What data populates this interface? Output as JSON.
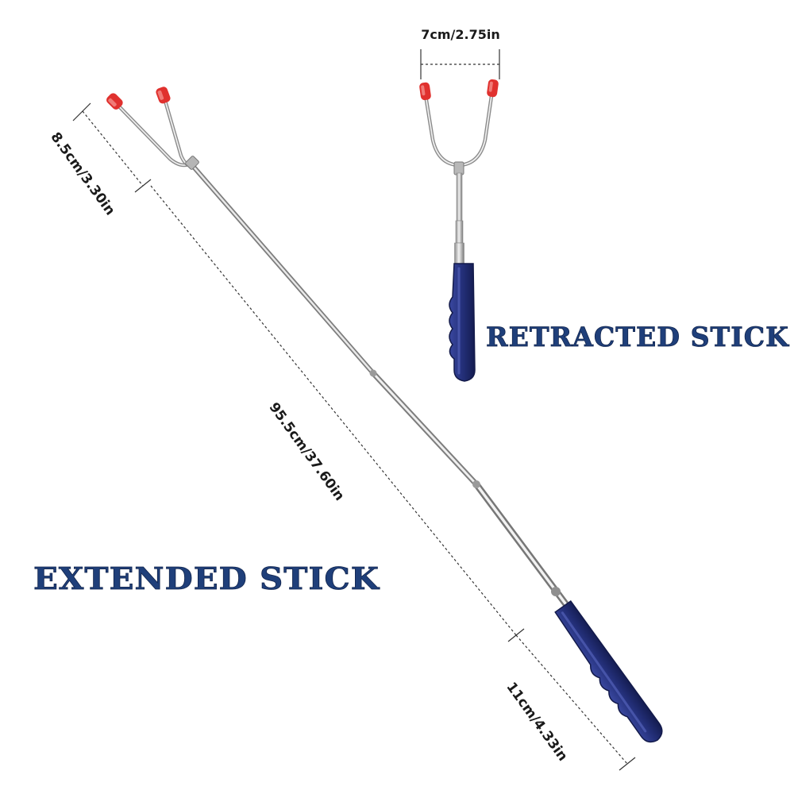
{
  "labels": {
    "extended_title": "EXTENDED STICK",
    "retracted_title": "RETRACTED STICK",
    "dim_fork_length": "8.5cm/3.30in",
    "dim_rod_length": "95.5cm/37.60in",
    "dim_handle_length": "11cm/4.33in",
    "dim_fork_width": "7cm/2.75in"
  },
  "colors": {
    "background": "#ffffff",
    "title_fill": "#1f3f7a",
    "title_outline": "#12254d",
    "handle": "#24307a",
    "handle_dark": "#161f55",
    "tip_red": "#e0312e",
    "metal_light": "#f0f0f0",
    "metal_dark": "#8a8a8a",
    "dimension_line": "#333333"
  },
  "icons": {
    "extended": "roasting-stick-extended-icon",
    "retracted": "roasting-stick-retracted-icon"
  }
}
